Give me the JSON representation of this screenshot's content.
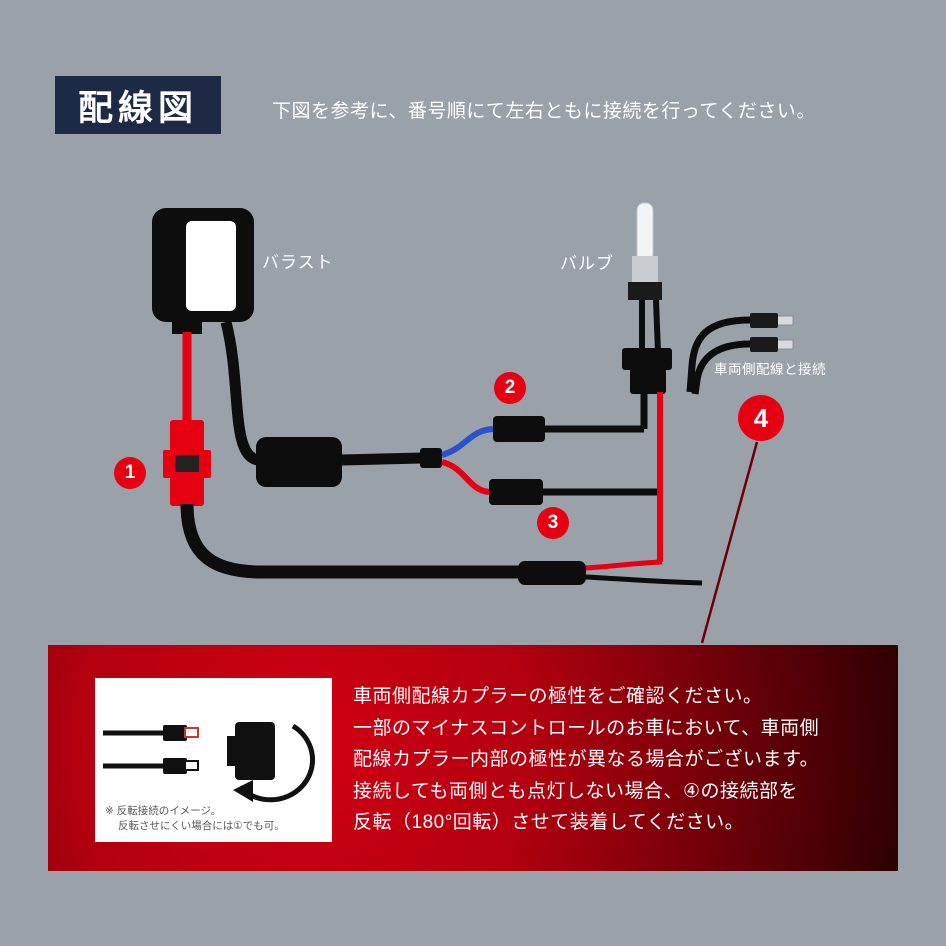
{
  "colors": {
    "background": "#9ba1a8",
    "title_navy": "#1c2a45",
    "accent_red": "#e50012",
    "wire_black": "#0d0d0d",
    "wire_red": "#e50012",
    "wire_blue": "#2a52cc",
    "notice_red_bright": "#d10013",
    "notice_red_dark": "#2c0003"
  },
  "header": {
    "title": "配線図",
    "instruction": "下図を参考に、番号順にて左右ともに接続を行ってください。"
  },
  "diagram": {
    "labels": {
      "ballast": "バラスト",
      "bulb": "バルブ",
      "vehicle_side": "車両側配線と接続"
    },
    "steps": [
      "1",
      "2",
      "3",
      "4"
    ]
  },
  "notice": {
    "lines": [
      "車両側配線カプラーの極性をご確認ください。",
      "一部のマイナスコントロールのお車において、車両側",
      "配線カプラー内部の極性が異なる場合がございます。",
      "接続しても両側とも点灯しない場合、④の接続部を",
      "反転（180°回転）させて装着してください。"
    ],
    "inset_note_line1": "※ 反転接続のイメージ。",
    "inset_note_line2": "反転させにくい場合には①でも可。"
  }
}
